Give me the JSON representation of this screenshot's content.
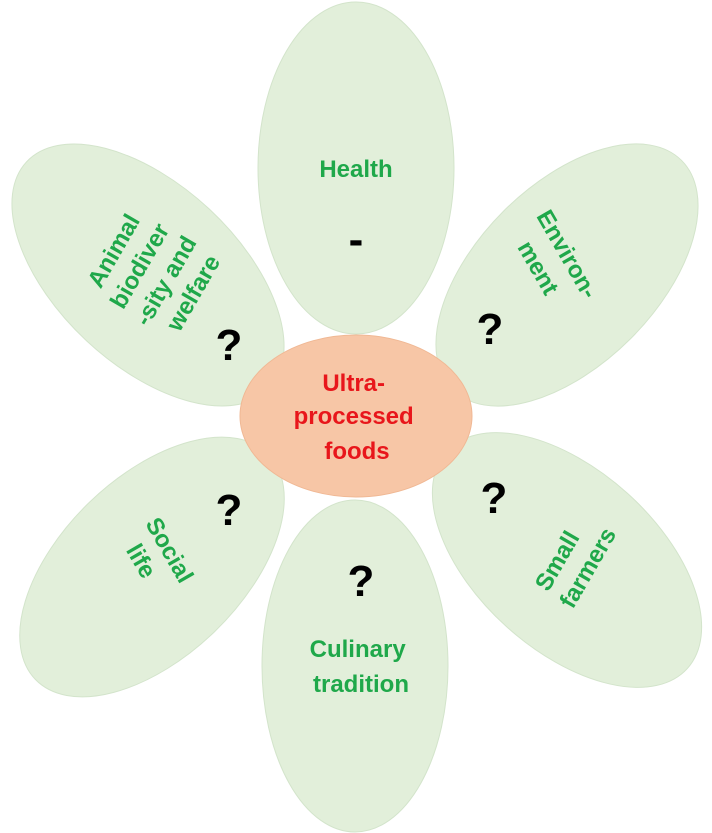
{
  "center": {
    "lines": [
      "Ultra-",
      "processed",
      "foods"
    ]
  },
  "petals": {
    "health": {
      "lines": [
        "Health"
      ],
      "mark": "-"
    },
    "environment": {
      "lines": [
        "Environ-",
        "ment"
      ],
      "mark": "?"
    },
    "small_farmers": {
      "lines": [
        "Small",
        "farmers"
      ],
      "mark": "?"
    },
    "culinary": {
      "lines": [
        "Culinary",
        "tradition"
      ],
      "mark": "?"
    },
    "social": {
      "lines": [
        "Social",
        "life"
      ],
      "mark": "?"
    },
    "animal": {
      "lines": [
        "Animal",
        "biodiver",
        "-sity and",
        "welfare"
      ],
      "mark": "?"
    }
  },
  "colors": {
    "petal_fill": "#e2efda",
    "center_fill": "#f7c6a6",
    "petal_text": "#1fa84a",
    "center_text": "#e8161b",
    "mark_text": "#000000"
  }
}
